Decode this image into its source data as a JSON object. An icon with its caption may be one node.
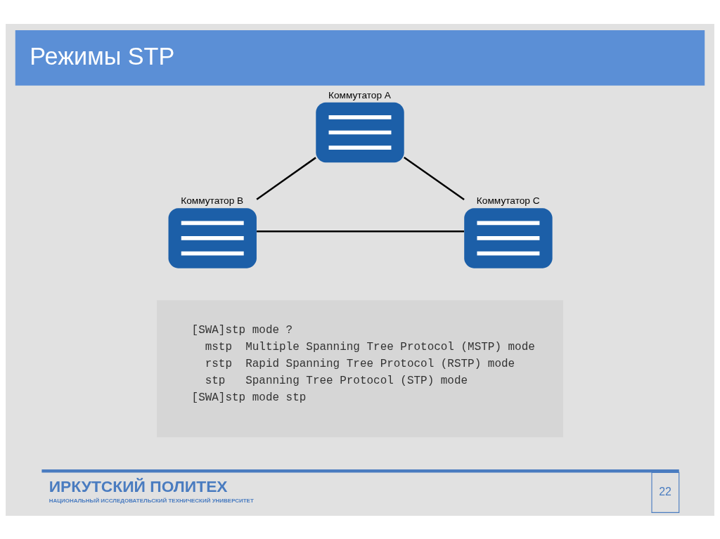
{
  "diagram": {
    "title": "Режимы STP",
    "nodes": [
      {
        "text": [
          "Коммутатор A"
        ]
      },
      {
        "text": [
          "Коммутатор B"
        ]
      },
      {
        "text": [
          "Коммутатор C"
        ]
      }
    ],
    "edges": [
      {
        "from": 0,
        "to": 1,
        "arrow": "none"
      },
      {
        "from": 0,
        "to": 2,
        "arrow": "none"
      },
      {
        "from": 1,
        "to": 2,
        "arrow": "none"
      }
    ],
    "labels": [
      "[SWA]stp mode ?",
      "mstp  Multiple Spanning Tree Protocol (MSTP) mode",
      "rstp  Rapid Spanning Tree Protocol (RSTP) mode",
      "stp   Spanning Tree Protocol (STP) mode",
      "[SWA]stp mode stp",
      "ИРКУТСКИЙ ПОЛИТЕХ",
      "НАЦИОНАЛЬНЫЙ ИССЛЕДОВАТЕЛЬСКИЙ ТЕХНИЧЕСКИЙ УНИВЕРСИТЕТ",
      "22"
    ]
  }
}
